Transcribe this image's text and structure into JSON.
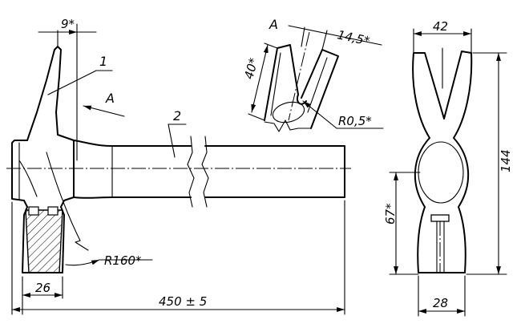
{
  "callouts": {
    "part1": "1",
    "part2": "2",
    "view_a_arrow": "A",
    "view_a_title": "A"
  },
  "dimensions": {
    "claw_gap_top": "9*",
    "overall_length": "450 ± 5",
    "face_width": "26",
    "claw_radius": "R160*",
    "slot_depth": "40*",
    "slot_width": "14,5*",
    "slot_root_radius": "R0,5*",
    "side_top_width": "42",
    "side_height": "144",
    "eye_height": "67*",
    "side_bottom_width": "28"
  }
}
